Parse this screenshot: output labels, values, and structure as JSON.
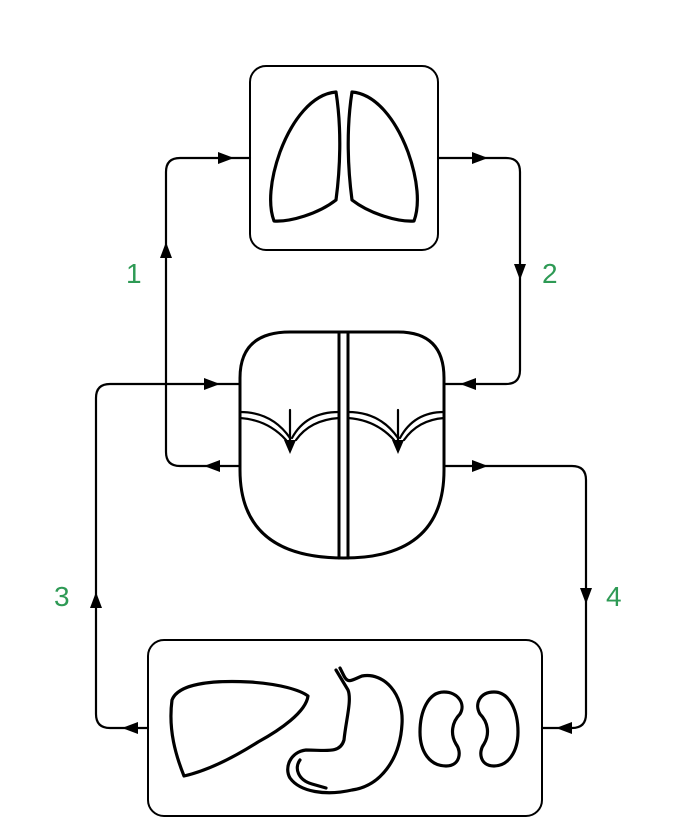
{
  "labels": {
    "step1": "1",
    "step2": "2",
    "step3": "3",
    "step4": "4"
  },
  "colors": {
    "label": "#2e9a55",
    "line": "#000000",
    "background": "#ffffff"
  },
  "icons": {
    "lungs": "lungs-icon",
    "heart": "heart-icon",
    "liver": "liver-icon",
    "stomach": "stomach-icon",
    "kidneys": "kidneys-icon"
  }
}
